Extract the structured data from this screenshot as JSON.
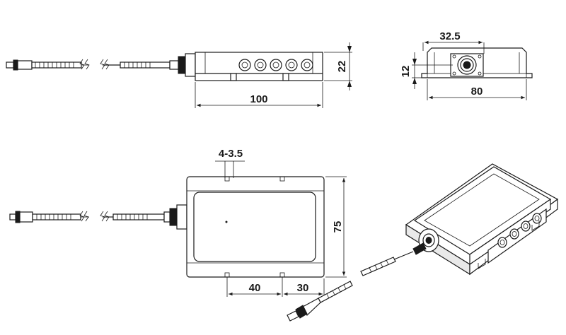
{
  "dimensions": {
    "length_100": "100",
    "height_22": "22",
    "width_32_5": "32.5",
    "height_12": "12",
    "width_80": "80",
    "holes_4_3_5": "4-3.5",
    "depth_75": "75",
    "pitch_40": "40",
    "pitch_30": "30"
  }
}
